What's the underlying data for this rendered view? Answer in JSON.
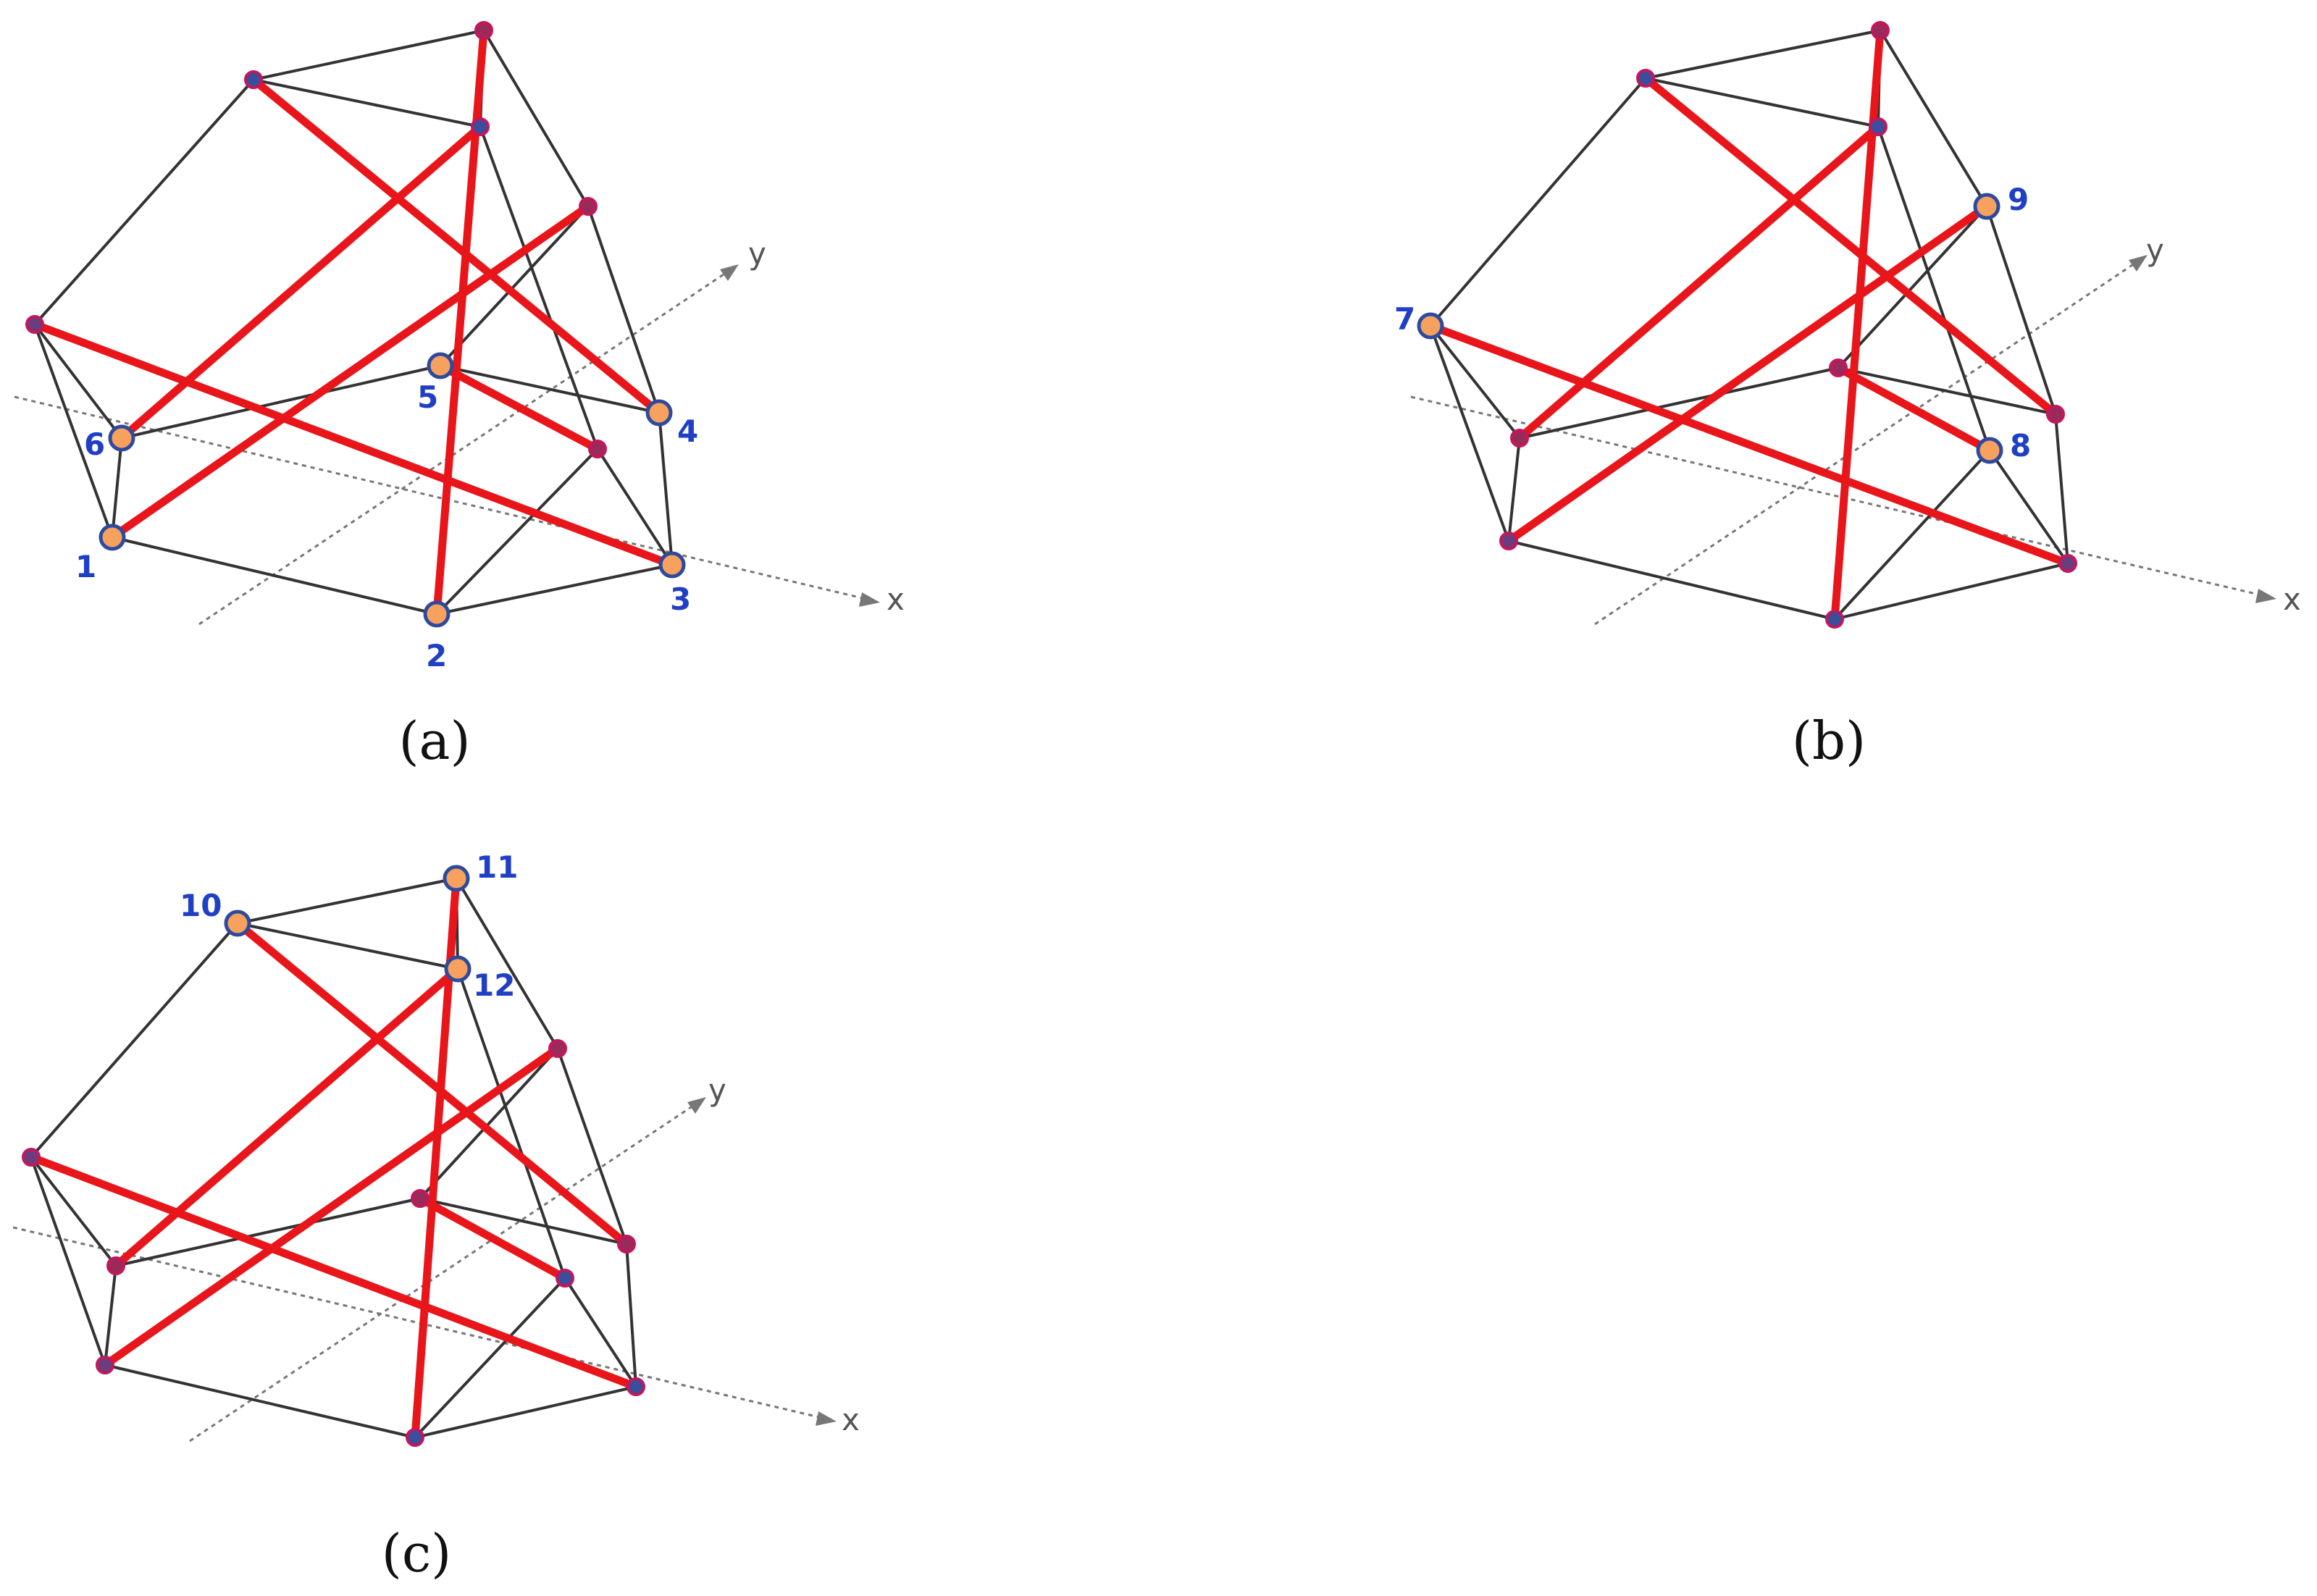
{
  "axes": {
    "x_label": "x",
    "y_label": "y"
  },
  "colors": {
    "edge": "#333333",
    "tendon": "#e8151a",
    "node_fill_blue": "#3a4e9e",
    "node_fill_red": "#c2185b",
    "highlight_fill": "#f6a15e",
    "highlight_stroke": "#2e4a9e",
    "label": "#1f3fc4"
  },
  "panels": [
    {
      "caption": "(a)",
      "highlighted_nodes": [
        {
          "number": "1"
        },
        {
          "number": "2"
        },
        {
          "number": "3"
        },
        {
          "number": "4"
        },
        {
          "number": "5"
        },
        {
          "number": "6"
        }
      ]
    },
    {
      "caption": "(b)",
      "highlighted_nodes": [
        {
          "number": "7"
        },
        {
          "number": "8"
        },
        {
          "number": "9"
        }
      ]
    },
    {
      "caption": "(c)",
      "highlighted_nodes": [
        {
          "number": "10"
        },
        {
          "number": "11"
        },
        {
          "number": "12"
        }
      ]
    }
  ]
}
